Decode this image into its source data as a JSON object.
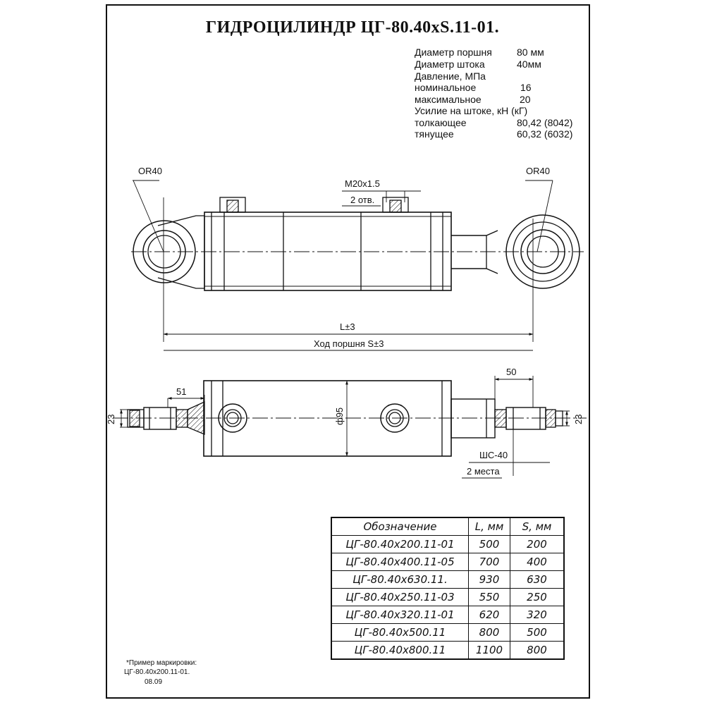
{
  "title": "ГИДРОЦИЛИНДР ЦГ-80.40хS.11-01.",
  "specs": [
    {
      "label": "Диаметр поршня",
      "value": "80 мм"
    },
    {
      "label": "Диаметр штока",
      "value": "40мм"
    },
    {
      "label": "Давление, МПа",
      "value": ""
    },
    {
      "label": "номинальное",
      "value": "16"
    },
    {
      "label": "максимальное",
      "value": "20"
    },
    {
      "label": "Усилие на штоке, кН (кГ)",
      "value": ""
    },
    {
      "label": "толкающее",
      "value": "80,42 (8042)"
    },
    {
      "label": "тянущее",
      "value": "60,32 (6032)"
    }
  ],
  "dims": {
    "radius_left": "OR40",
    "radius_right": "OR40",
    "port_thread": "M20x1.5",
    "port_count": "2 отв.",
    "length": "L±3",
    "stroke": "Ход поршня S±3",
    "rod_end_len": "50",
    "eye_left_len": "51",
    "eye_left_width": "23",
    "eye_right_width": "23",
    "diameter": "ф95",
    "bearing": "ШС-40",
    "bearing_count": "2 места"
  },
  "table": {
    "headers": [
      "Обозначение",
      "L, мм",
      "S, мм"
    ],
    "rows": [
      [
        "ЦГ-80.40х200.11-01",
        "500",
        "200"
      ],
      [
        "ЦГ-80.40х400.11-05",
        "700",
        "400"
      ],
      [
        "ЦГ-80.40х630.11.",
        "930",
        "630"
      ],
      [
        "ЦГ-80.40х250.11-03",
        "550",
        "250"
      ],
      [
        "ЦГ-80.40х320.11-01",
        "620",
        "320"
      ],
      [
        "ЦГ-80.40х500.11",
        "800",
        "500"
      ],
      [
        "ЦГ-80.40х800.11",
        "1100",
        "800"
      ]
    ]
  },
  "note": {
    "line1": "*Пример маркировки:",
    "line2": "ЦГ-80.40х200.11-01.",
    "line3": "08.09"
  }
}
